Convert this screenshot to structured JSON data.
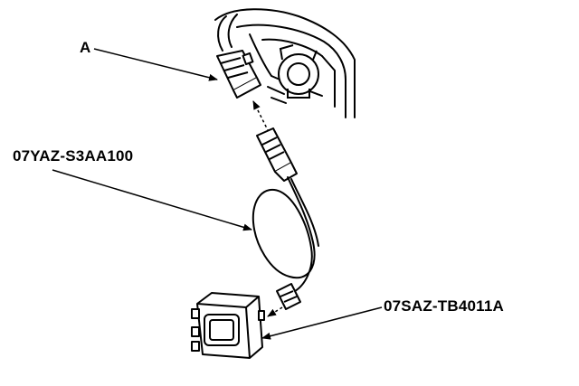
{
  "callouts": {
    "a": "A",
    "cable": "07YAZ-S3AA100",
    "unit": "07SAZ-TB4011A"
  },
  "colors": {
    "line": "#000000",
    "background": "#ffffff"
  }
}
